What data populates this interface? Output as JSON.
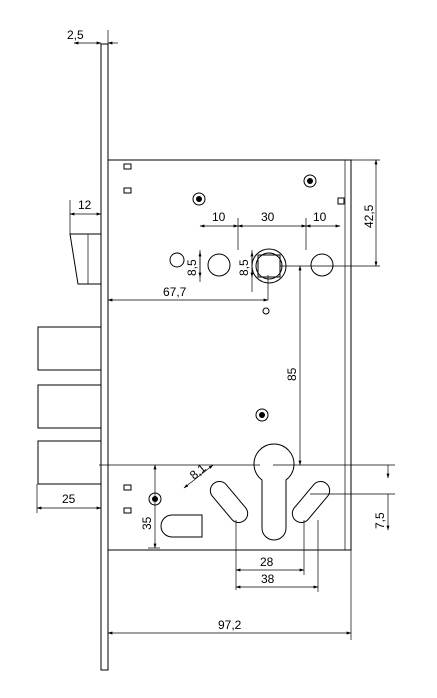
{
  "drawing": {
    "dimensions": {
      "faceplate_thickness": "2,5",
      "latch_width": "12",
      "hole_spacing_left": "10",
      "hole_spacing_mid": "30",
      "hole_spacing_right": "10",
      "top_offset": "42,5",
      "hole_height_left": "8,5",
      "hole_height_right": "8,5",
      "backset": "67,7",
      "center_distance": "85",
      "slot_width": "8,1",
      "bolt_projection": "25",
      "lower_hole_offset": "35",
      "cylinder_offset": "7,5",
      "slot_spacing_inner": "28",
      "slot_spacing_outer": "38",
      "total_width": "97,2"
    }
  }
}
